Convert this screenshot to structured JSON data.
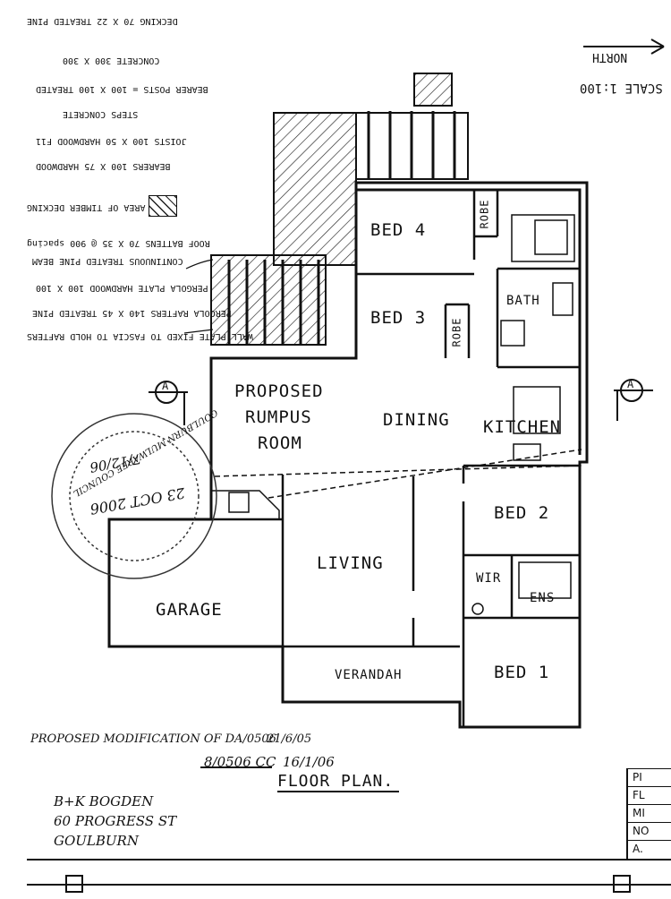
{
  "rooms": {
    "bed4": "BED 4",
    "bed3": "BED 3",
    "robe_upper": "ROBE",
    "robe_lower": "ROBE",
    "bath": "BATH",
    "rumpus": [
      "PROPOSED",
      "RUMPUS",
      "ROOM"
    ],
    "dining": "DINING",
    "kitchen": "KITCHEN",
    "bed2": "BED 2",
    "living": "LIVING",
    "wir": "WIR",
    "ens": "ENS",
    "garage": "GARAGE",
    "verandah": "VERANDAH",
    "bed1": "BED 1"
  },
  "sections": {
    "left": "A",
    "right": "A"
  },
  "scale_note": "SCALE 1:100",
  "north_note": "NORTH",
  "modification_note": "PROPOSED MODIFICATION OF DA/0506",
  "modification_date": "21/6/05",
  "cc_note": "8/0506 CC",
  "cc_date": "16/1/06",
  "drawing_title": "FLOOR PLAN.",
  "owner": [
    "B+K BOGDEN",
    "60 PROGRESS ST",
    "GOULBURN"
  ],
  "title_block": [
    "PI",
    "FL",
    "MI",
    "NO",
    "A."
  ],
  "notes_upside_down": [
    "DECKING  70 X 22 TREATED PINE",
    "CONCRETE 300 X 300",
    "BEARER POSTS = 100 X 100 TREATED",
    "STEPS  CONCRETE",
    "JOISTS  100 X 50 HARDWOOD F11",
    "BEARERS 100 X 75 HARDWOOD",
    "AREA OF TIMBER DECKING",
    "ROOF BATTENS 70 X 35 @ 900 spacing",
    "CONTINUOUS TREATED PINE BEAM",
    "PERGOLA PLATE HARDWOOD 100 X 100",
    "PERGOLA RAFTERS 140 X 45 TREATED PINE",
    "WALL PLATE FIXED TO FASCIA TO HOLD RAFTERS"
  ],
  "stamp_text": [
    "GOULBURN MULWAREE COUNCIL",
    "23 OCT 2006",
    "7/12/06"
  ],
  "colors": {
    "ink": "#111111",
    "paper": "#ffffff",
    "hatch": "#222222"
  }
}
